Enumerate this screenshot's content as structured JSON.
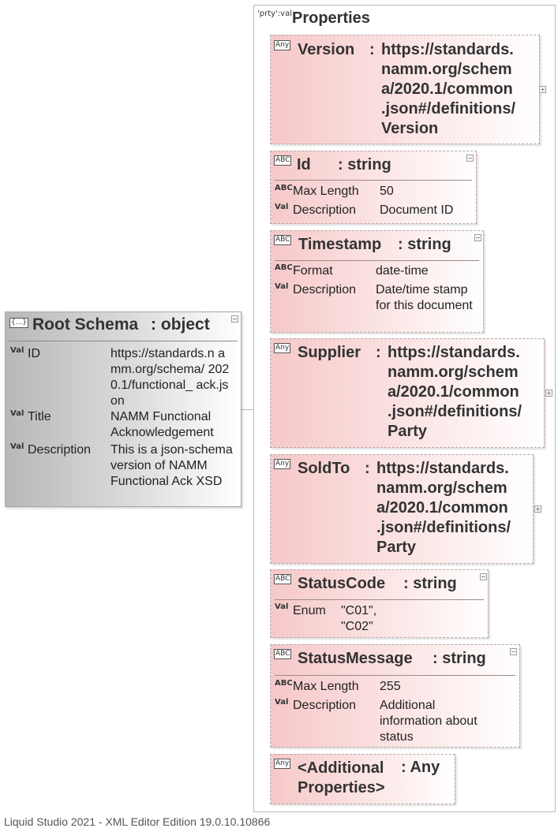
{
  "root": {
    "badge": "{...}",
    "title": "Root Schema",
    "type": ": object",
    "props": [
      {
        "tag": "Val",
        "name": "ID",
        "value": "https://standards.n amm.org/schema/ 2020.1/functional_ ack.json"
      },
      {
        "tag": "Val",
        "name": "Title",
        "value": "NAMM Functional Acknowledgement"
      },
      {
        "tag": "Val",
        "name": "Description",
        "value": "This is a json-schema version of NAMM Functional Ack XSD"
      }
    ]
  },
  "properties": {
    "tag": "'prty':val",
    "title": "Properties"
  },
  "cards": {
    "version": {
      "badge": "Any",
      "name": "Version",
      "colon": ":",
      "ref": [
        "https://standards.",
        "namm.org/schem",
        "a/2020.1/common",
        ".json#/definitions/",
        "Version"
      ]
    },
    "id": {
      "badge": "ABC",
      "name": "Id",
      "type": ": string",
      "p1_tag": "ABC",
      "p1_name": "Max Length",
      "p1_val": "50",
      "p2_tag": "Val",
      "p2_name": "Description",
      "p2_val": "Document ID"
    },
    "timestamp": {
      "badge": "ABC",
      "name": "Timestamp",
      "type": ": string",
      "p1_tag": "ABC",
      "p1_name": "Format",
      "p1_val": "date-time",
      "p2_tag": "Val",
      "p2_name": "Description",
      "p2_val": "Date/time stamp for this document"
    },
    "supplier": {
      "badge": "Any",
      "name": "Supplier",
      "colon": ":",
      "ref": [
        "https://standards.",
        "namm.org/schem",
        "a/2020.1/common",
        ".json#/definitions/",
        "Party"
      ]
    },
    "soldto": {
      "badge": "Any",
      "name": "SoldTo",
      "colon": ":",
      "ref": [
        "https://standards.",
        "namm.org/schem",
        "a/2020.1/common",
        ".json#/definitions/",
        "Party"
      ]
    },
    "statuscode": {
      "badge": "ABC",
      "name": "StatusCode",
      "type": ": string",
      "p1_tag": "Val",
      "p1_name": "Enum",
      "p1_val_1": "\"C01\",",
      "p1_val_2": "\"C02\""
    },
    "statusmessage": {
      "badge": "ABC",
      "name": "StatusMessage",
      "type": ": string",
      "p1_tag": "ABC",
      "p1_name": "Max Length",
      "p1_val": "255",
      "p2_tag": "Val",
      "p2_name": "Description",
      "p2_val": "Additional information about status"
    },
    "additional": {
      "badge": "Any",
      "name_1": "<Additional",
      "name_2": "Properties>",
      "type": ": Any"
    }
  },
  "footer": "Liquid Studio 2021 - XML Editor Edition 19.0.10.10866"
}
